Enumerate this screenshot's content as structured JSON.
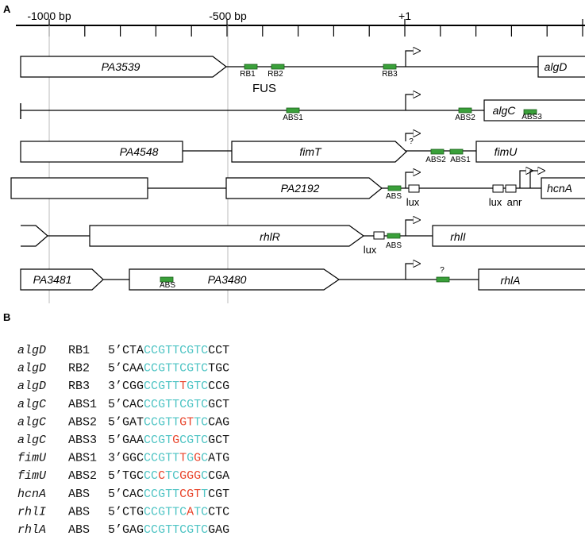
{
  "panel_a": {
    "label": "A",
    "ruler": [
      "-1000 bp",
      "-500 bp",
      "+1"
    ],
    "rows": [
      {
        "genes": [
          "PA3539",
          "algD"
        ],
        "boxes": [
          "RB1",
          "RB2",
          "RB3"
        ],
        "extra": "FUS"
      },
      {
        "genes": [
          "algC"
        ],
        "boxes": [
          "ABS1",
          "ABS2",
          "ABS3"
        ]
      },
      {
        "genes": [
          "PA4548",
          "fimT",
          "fimU"
        ],
        "boxes": [
          "ABS2",
          "ABS1"
        ],
        "question": "?"
      },
      {
        "genes": [
          "PA2192",
          "hcnA"
        ],
        "boxes": [
          "ABS"
        ],
        "motifs": [
          "lux",
          "lux",
          "anr"
        ]
      },
      {
        "genes": [
          "rhlR",
          "rhlI"
        ],
        "boxes": [
          "ABS"
        ],
        "motifs": [
          "lux"
        ]
      },
      {
        "genes": [
          "PA3481",
          "PA3480",
          "rhlA"
        ],
        "boxes": [
          "ABS"
        ],
        "question": "?"
      }
    ]
  },
  "panel_b": {
    "label": "B",
    "colors": {
      "conserved": "#4fc4c4",
      "mismatch": "#e8452c",
      "base": "#111111"
    },
    "sequences": [
      {
        "gene": "algD",
        "site": "RB1",
        "prime": "5’",
        "pre": "CTA",
        "core": "CCGTTCGTC",
        "post": "CCT",
        "mm": []
      },
      {
        "gene": "algD",
        "site": "RB2",
        "prime": "5’",
        "pre": "CAA",
        "core": "CCGTTCGTC",
        "post": "TGC",
        "mm": []
      },
      {
        "gene": "algD",
        "site": "RB3",
        "prime": "3’",
        "pre": "CGG",
        "core": "CCGTTTGTC",
        "post": "CCG",
        "mm": [
          5
        ]
      },
      {
        "gene": "algC",
        "site": "ABS1",
        "prime": "5’",
        "pre": "CAC",
        "core": "CCGTTCGTC",
        "post": "GCT",
        "mm": []
      },
      {
        "gene": "algC",
        "site": "ABS2",
        "prime": "5’",
        "pre": "GAT",
        "core": "CCGTTGTTC",
        "post": "CAG",
        "mm": [
          5,
          6
        ]
      },
      {
        "gene": "algC",
        "site": "ABS3",
        "prime": "5’",
        "pre": "GAA",
        "core": "CCGTGCGTC",
        "post": "GCT",
        "mm": [
          4
        ]
      },
      {
        "gene": "fimU",
        "site": "ABS1",
        "prime": "3’",
        "pre": "GGC",
        "core": "CCGTTTGGC",
        "post": "ATG",
        "mm": [
          5,
          7
        ]
      },
      {
        "gene": "fimU",
        "site": "ABS2",
        "prime": "5’",
        "pre": "TGC",
        "core": "CCCTCGGGC",
        "post": "CGA",
        "mm": [
          2,
          5,
          6,
          7
        ]
      },
      {
        "gene": "hcnA",
        "site": "ABS",
        "prime": "5’",
        "pre": "CAC",
        "core": "CCGTTCGTT",
        "post": "CGT",
        "mm": [
          5,
          6,
          7
        ]
      },
      {
        "gene": "rhlI",
        "site": "ABS",
        "prime": "5’",
        "pre": "CTG",
        "core": "CCGTTCATC",
        "post": "CTC",
        "mm": [
          6
        ]
      },
      {
        "gene": "rhlA",
        "site": "ABS",
        "prime": "5’",
        "pre": "GAG",
        "core": "CCGTTCGTC",
        "post": "GAG",
        "mm": []
      }
    ]
  }
}
